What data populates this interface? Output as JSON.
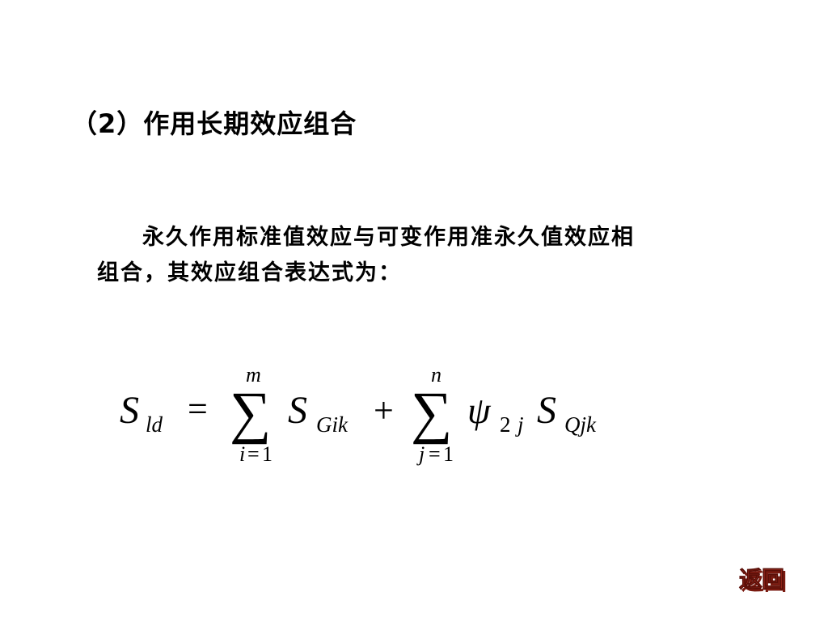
{
  "slide": {
    "heading": "（2）作用长期效应组合",
    "paragraph": {
      "line1": "永久作用标准值效应与可变作用准永久值效应相",
      "line2": "组合，其效应组合表达式为："
    }
  },
  "formula": {
    "lhs_symbol": "S",
    "lhs_subscript": "ld",
    "equals": "=",
    "sum1_top": "m",
    "sum1_bottom_var": "i",
    "sum1_bottom_eq": "=",
    "sum1_bottom_val": "1",
    "term1_symbol": "S",
    "term1_subscript": "Gik",
    "plus": "+",
    "sum2_top": "n",
    "sum2_bottom_var": "j",
    "sum2_bottom_eq": "=",
    "sum2_bottom_val": "1",
    "psi_symbol": "ψ",
    "psi_subscript_num": "2",
    "psi_subscript_var": "j",
    "term2_symbol": "S",
    "term2_subscript": "Qjk",
    "sigma": "∑"
  },
  "navigation": {
    "return_label": "返回",
    "return_color": "#c0392b"
  }
}
